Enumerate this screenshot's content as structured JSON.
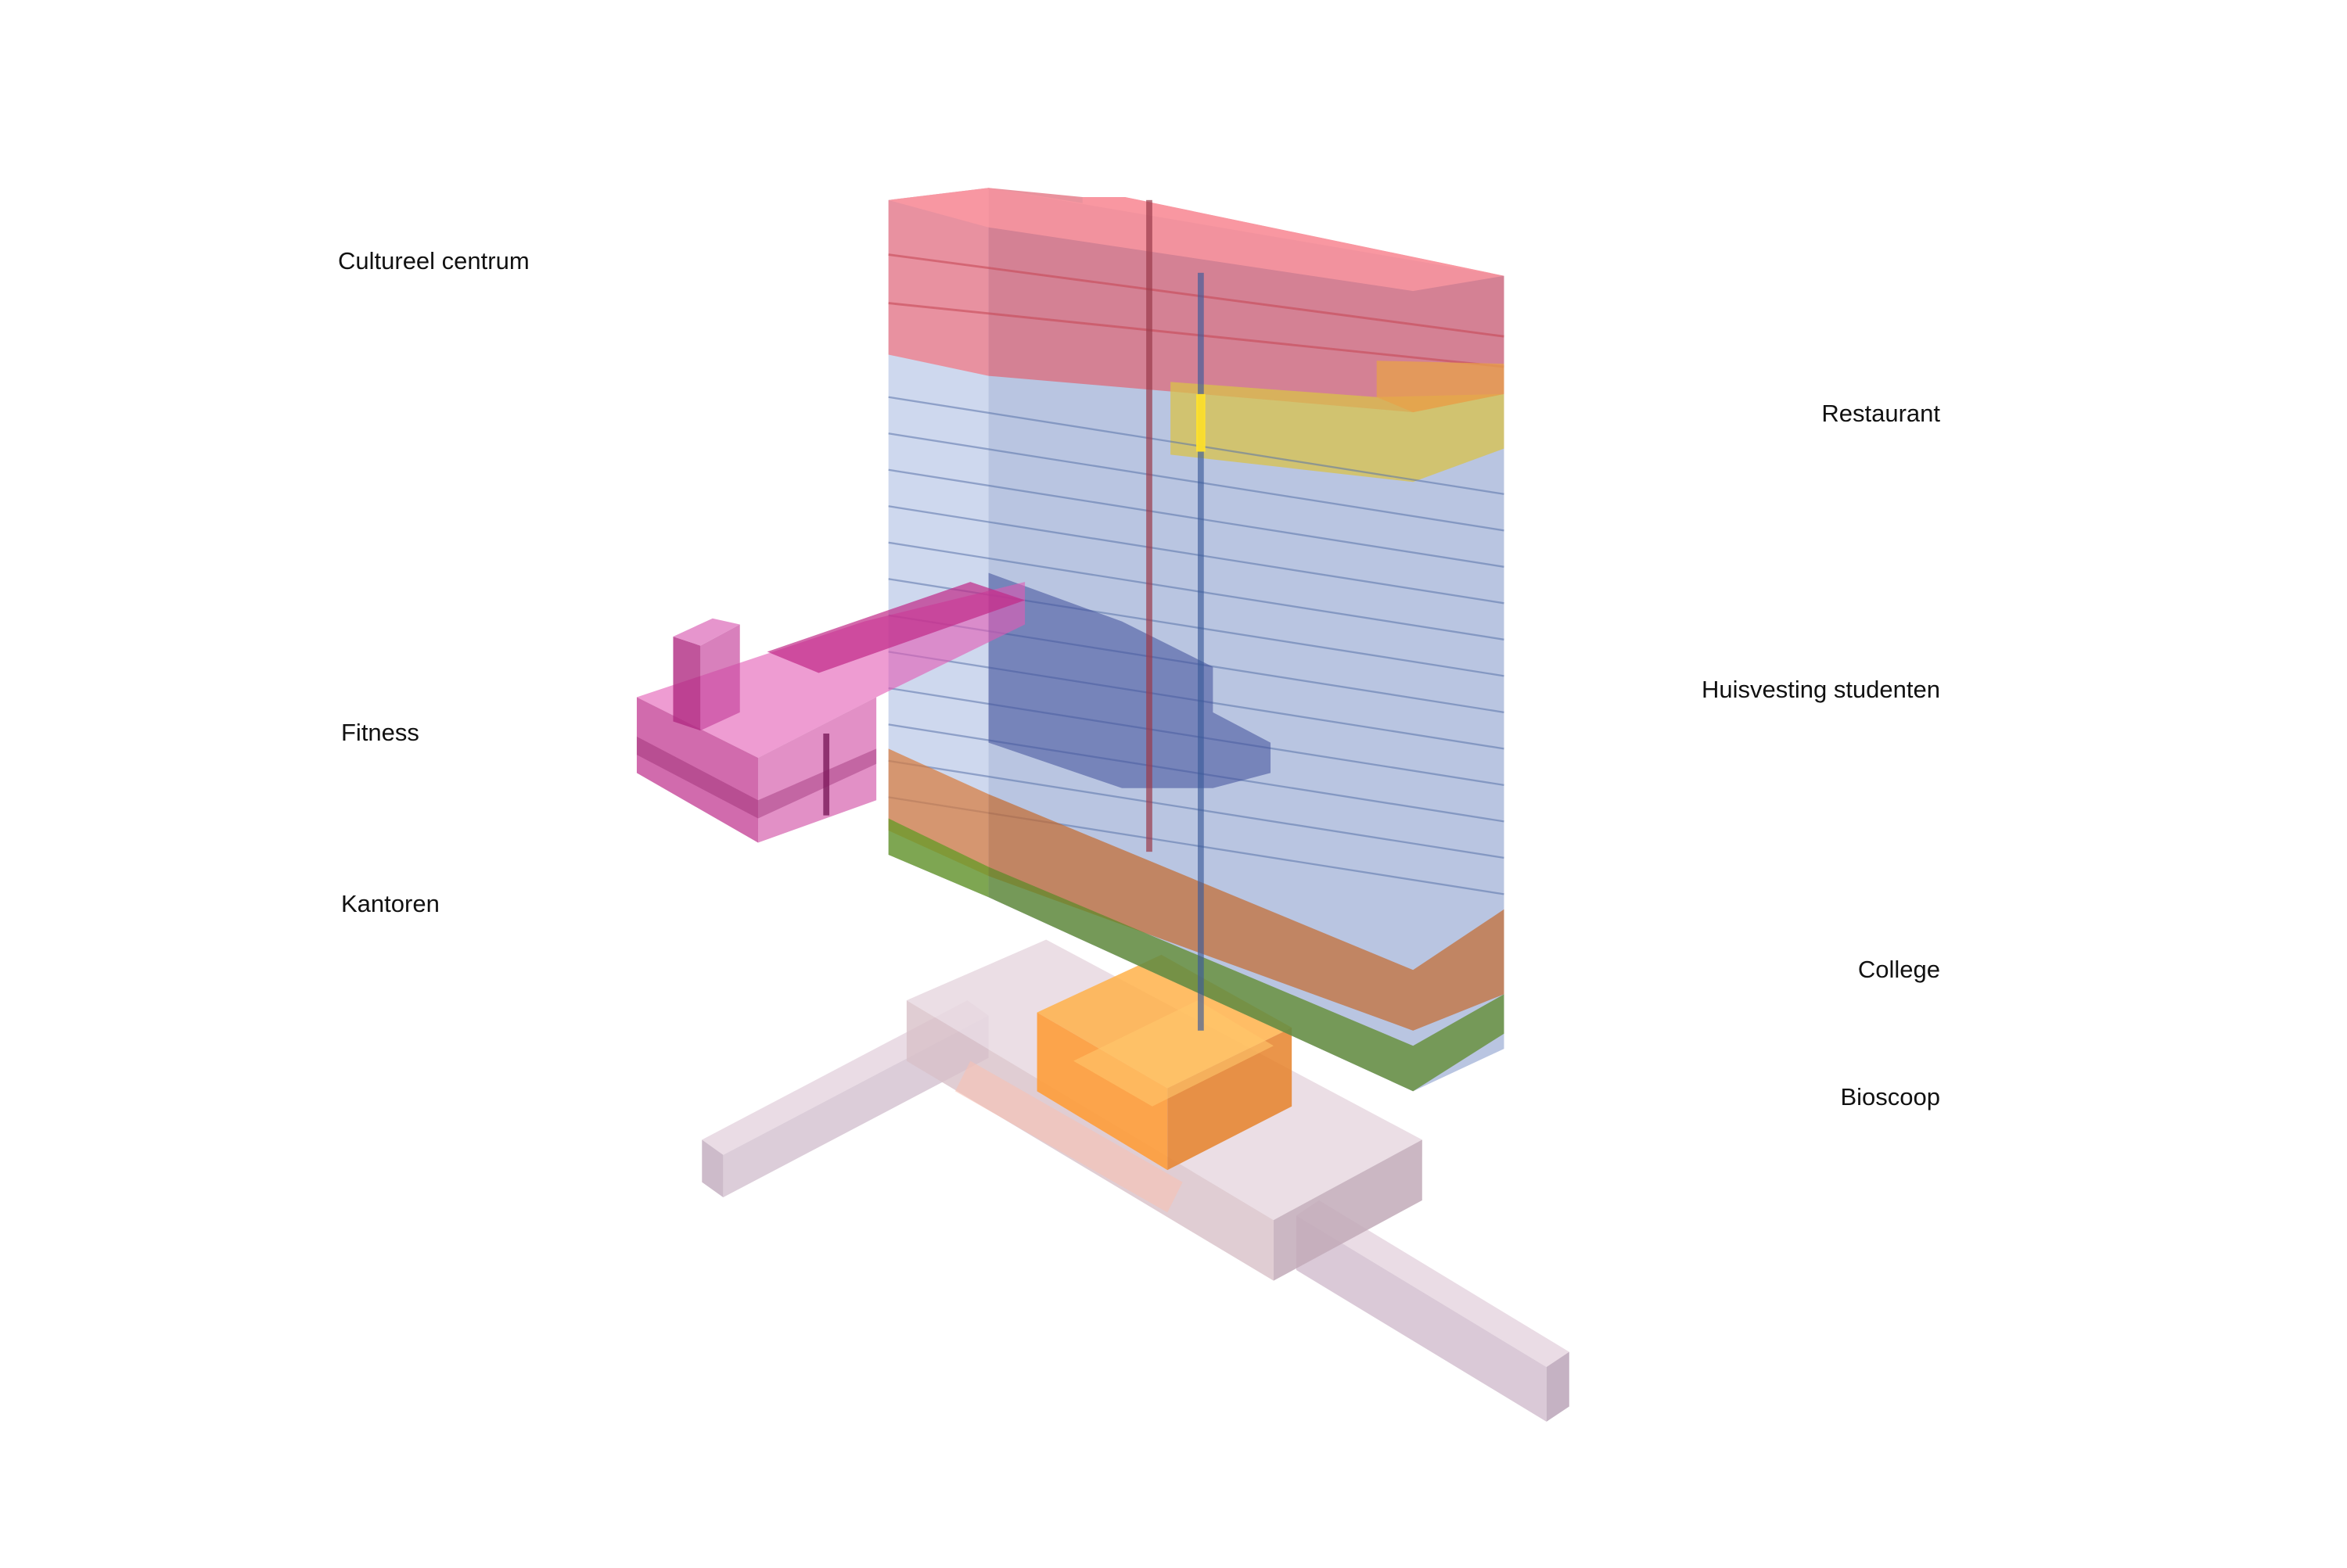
{
  "labels": {
    "cultureel_centrum": "Cultureel centrum",
    "restaurant": "Restaurant",
    "fitness": "Fitness",
    "huisvesting_studenten": "Huisvesting studenten",
    "kantoren": "Kantoren",
    "college": "College",
    "bioscoop": "Bioscoop"
  },
  "colors": {
    "cultureel_centrum": "#e0606e",
    "restaurant": "#d9c24a",
    "huisvesting_studenten": "#6f8fc9",
    "fitness": "#d63fa4",
    "kantoren": "#6a9a2a",
    "college": "#d97a2e",
    "bioscoop": "#ff9a2a",
    "base": "#c9b0c0"
  }
}
